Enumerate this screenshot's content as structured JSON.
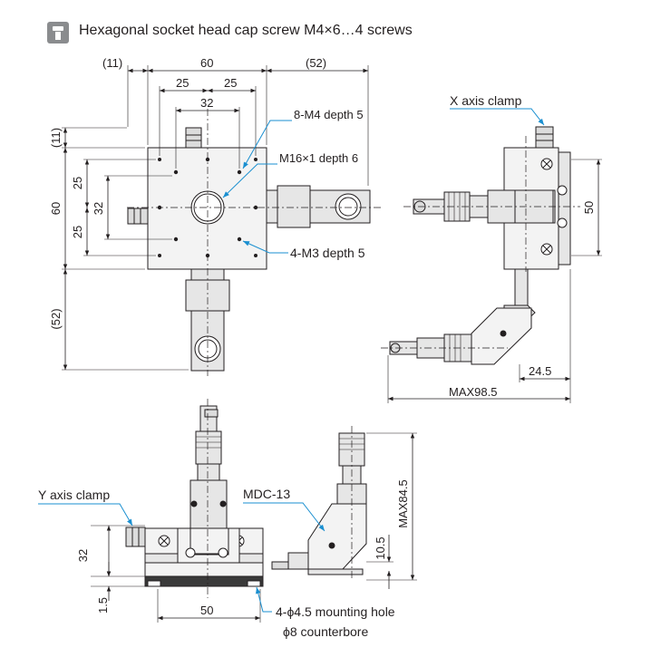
{
  "header": {
    "icon": "hex-socket-screw-icon",
    "text": "Hexagonal socket head cap screw M4×6…4 screws"
  },
  "top_view": {
    "dims": {
      "left_11": "(11)",
      "width_60": "60",
      "right_52": "(52)",
      "pitch_25_a": "25",
      "pitch_25_b": "25",
      "pitch_32": "32",
      "top_11": "(11)",
      "height_60": "60",
      "vpitch_25_a": "25",
      "vpitch_32": "32",
      "vpitch_25_b": "25",
      "bottom_52": "(52)"
    },
    "labels": {
      "m4": "8-M4 depth 5",
      "m16": "M16×1 depth 6",
      "m3": "4-M3 depth 5"
    }
  },
  "side_view": {
    "labels": {
      "x_clamp": "X axis clamp"
    },
    "dims": {
      "height_50": "50",
      "offset_24_5": "24.5",
      "max_98_5": "MAX98.5"
    }
  },
  "front_view": {
    "labels": {
      "y_clamp": "Y axis clamp",
      "mounting_hole": "4-ϕ4.5 mounting hole",
      "counterbore": "ϕ8 counterbore"
    },
    "dims": {
      "height_32": "32",
      "base_1_5": "1.5",
      "width_50": "50"
    }
  },
  "end_view": {
    "labels": {
      "mdc": "MDC-13"
    },
    "dims": {
      "max_84_5": "MAX84.5",
      "offset_10_5": "10.5"
    }
  },
  "colors": {
    "line": "#231f20",
    "leader": "#1a8fd0",
    "body": "#f3f3f3",
    "dark": "#3a3a3a",
    "icon": "#8a8c8e"
  }
}
